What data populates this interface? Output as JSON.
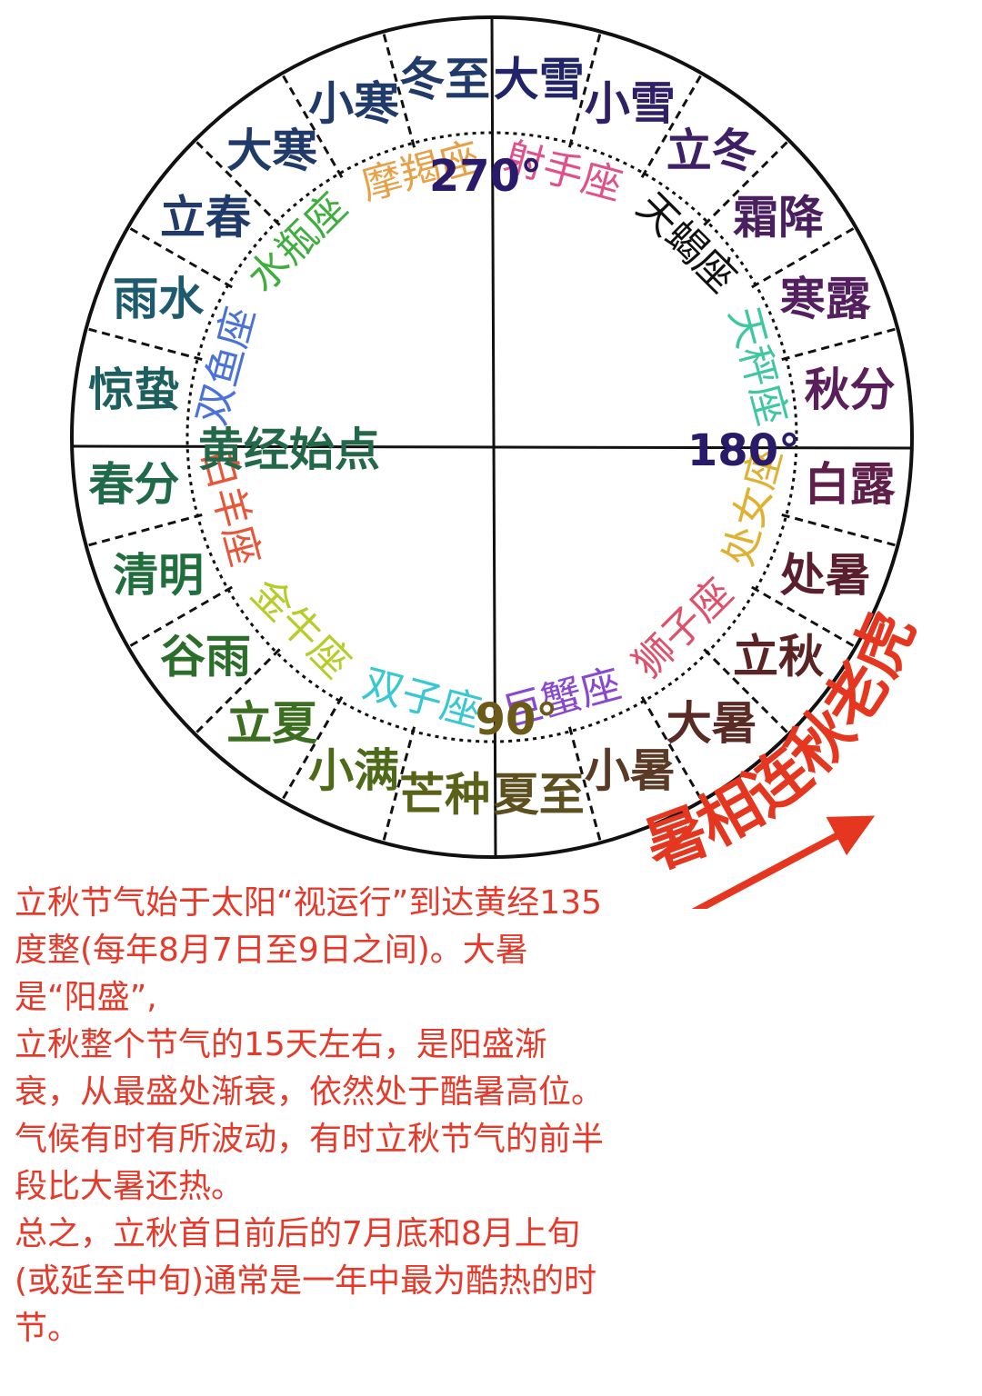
{
  "colors": {
    "circle": "#111111",
    "description_text": "#e6392a",
    "arrow": "#e5371f"
  },
  "solar_terms": [
    {
      "name": "冬至",
      "color": "#203a6a"
    },
    {
      "name": "小寒",
      "color": "#203a6a"
    },
    {
      "name": "大寒",
      "color": "#203a6a"
    },
    {
      "name": "立春",
      "color": "#203a6a"
    },
    {
      "name": "雨水",
      "color": "#1d5a6e"
    },
    {
      "name": "惊蛰",
      "color": "#1d5f5f"
    },
    {
      "name": "春分",
      "color": "#1f6a48"
    },
    {
      "name": "清明",
      "color": "#1f6e3c"
    },
    {
      "name": "谷雨",
      "color": "#2a6e2a"
    },
    {
      "name": "立夏",
      "color": "#3c6e1f"
    },
    {
      "name": "小满",
      "color": "#4d6a18"
    },
    {
      "name": "芒种",
      "color": "#5a6218"
    },
    {
      "name": "夏至",
      "color": "#5e4f1f"
    },
    {
      "name": "小暑",
      "color": "#5a3a24"
    },
    {
      "name": "大暑",
      "color": "#5a2a24"
    },
    {
      "name": "立秋",
      "color": "#5a2424"
    },
    {
      "name": "处暑",
      "color": "#5a1f2e"
    },
    {
      "name": "白露",
      "color": "#5e1f4a"
    },
    {
      "name": "秋分",
      "color": "#5a1f5a"
    },
    {
      "name": "寒露",
      "color": "#531f5e"
    },
    {
      "name": "霜降",
      "color": "#4a1f5e"
    },
    {
      "name": "立冬",
      "color": "#3f1f66"
    },
    {
      "name": "小雪",
      "color": "#2e1f66"
    },
    {
      "name": "大雪",
      "color": "#22246a"
    }
  ],
  "zodiac_signs": [
    {
      "name": "摩羯座",
      "color": "#e8a046"
    },
    {
      "name": "水瓶座",
      "color": "#3fae3f"
    },
    {
      "name": "双鱼座",
      "color": "#4a72d8"
    },
    {
      "name": "白羊座",
      "color": "#e8563a"
    },
    {
      "name": "金牛座",
      "color": "#b8cc28"
    },
    {
      "name": "双子座",
      "color": "#38c8d4"
    },
    {
      "name": "巨蟹座",
      "color": "#8a48d0"
    },
    {
      "name": "狮子座",
      "color": "#e0506a"
    },
    {
      "name": "处女座",
      "color": "#e0b030"
    },
    {
      "name": "天秤座",
      "color": "#3ec8a0"
    },
    {
      "name": "天蝎座",
      "color": "#111111"
    },
    {
      "name": "射手座",
      "color": "#e0508a"
    }
  ],
  "degree_labels": [
    "270°",
    "180°",
    "90°"
  ],
  "start_point_label": "黄经始点",
  "slogan": "暑相连秋老虎",
  "description": [
    "立秋节气始于太阳“视运行”到达黄经135度整(每年8月7日至9日之间)。大暑是“阳盛”,",
    "立秋整个节气的15天左右，是阳盛渐衰，从最盛处渐衰，依然处于酷暑高位。",
    "气候有时有所波动，有时立秋节气的前半段比大暑还热。",
    "总之，立秋首日前后的7月底和8月上旬(或延至中旬)通常是一年中最为酷热的时节。"
  ]
}
